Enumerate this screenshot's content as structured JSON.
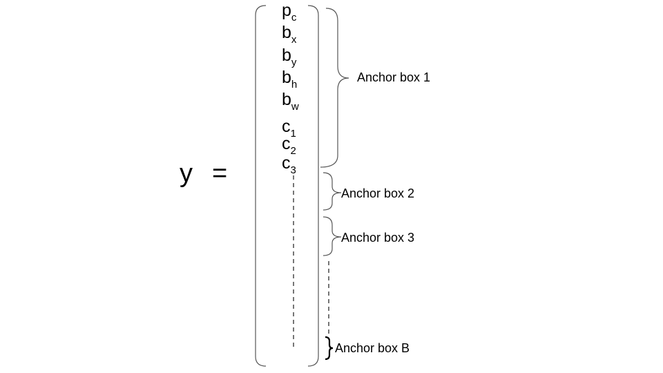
{
  "equation": {
    "lhs": "y",
    "equals": "="
  },
  "vector": {
    "entries": [
      {
        "base": "p",
        "sub": "c"
      },
      {
        "base": "b",
        "sub": "x"
      },
      {
        "base": "b",
        "sub": "y"
      },
      {
        "base": "b",
        "sub": "h"
      },
      {
        "base": "b",
        "sub": "w"
      },
      {
        "base": "c",
        "sub": "1"
      },
      {
        "base": "c",
        "sub": "2"
      },
      {
        "base": "c",
        "sub": "3"
      }
    ]
  },
  "groups": [
    {
      "label": "Anchor box 1"
    },
    {
      "label": "Anchor box 2"
    },
    {
      "label": "Anchor box 3"
    },
    {
      "label": "Anchor box B"
    }
  ],
  "colors": {
    "ink": "#000000",
    "bracket": "#555555",
    "dashed": "#666666"
  }
}
